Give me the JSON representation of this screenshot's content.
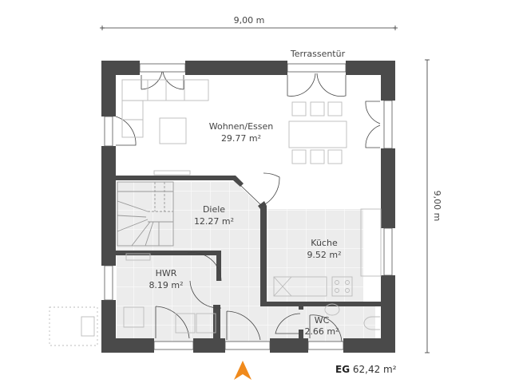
{
  "plan": {
    "floor": "EG",
    "total_area": "62,42 m²",
    "wall_color": "#4a4a4a",
    "floor_tile_color": "#ececec",
    "accent_color": "#f08a1c"
  },
  "dimensions": {
    "width": "9,00 m",
    "depth": "9,00 m"
  },
  "labels": {
    "terrace_door": "Terrassentür"
  },
  "rooms": [
    {
      "id": "wohnen",
      "name": "Wohnen/Essen",
      "area": "29.77 m²"
    },
    {
      "id": "diele",
      "name": "Diele",
      "area": "12.27 m²"
    },
    {
      "id": "kueche",
      "name": "Küche",
      "area": "9.52 m²"
    },
    {
      "id": "hwr",
      "name": "HWR",
      "area": "8.19 m²"
    },
    {
      "id": "wc",
      "name": "WC",
      "area": "2.66 m²"
    }
  ],
  "icons": {
    "north": "north-arrow-icon"
  }
}
